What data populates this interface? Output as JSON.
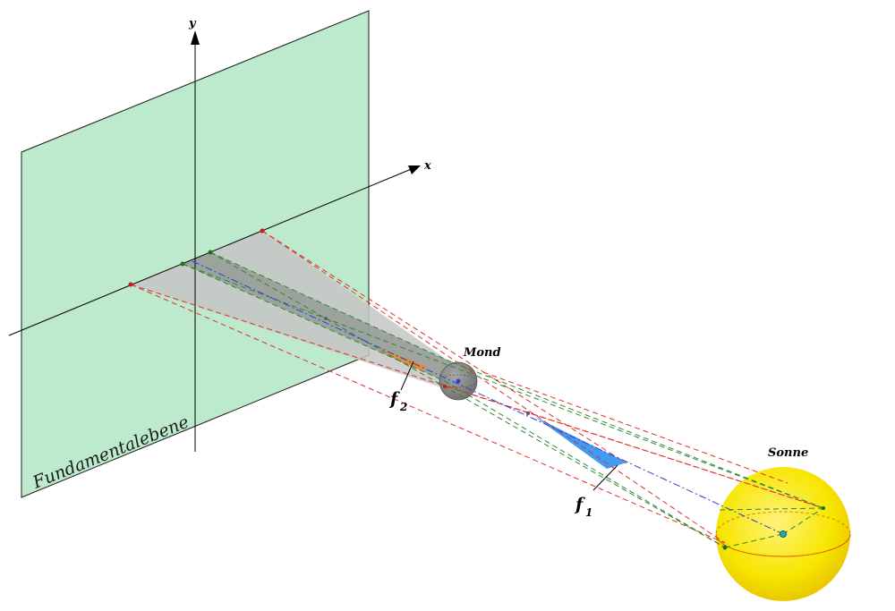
{
  "labels": {
    "plane": "Fundamentalebene",
    "x_axis": "x",
    "y_axis": "y",
    "moon": "Mond",
    "sun": "Sonne",
    "f1_main": "f",
    "f1_sub": "1",
    "f2_main": "f",
    "f2_sub": "2"
  },
  "colors": {
    "plane_fill": "#bde9cc",
    "plane_stroke": "#1a1a1a",
    "penumbra_cone": "#c8c8c8",
    "umbra_cone": "#8a8f8a",
    "red_line": "#e0302a",
    "green_line": "#2f8a2f",
    "blue_line": "#2a3fd8",
    "f1_fill": "#3f9cf0",
    "f2_fill": "#f0882a",
    "moon_fill": "#8f8f8f",
    "sun_fill": "#f5e400",
    "sun_rim": "#e8c400",
    "sun_center": "#27a7b8",
    "axis": "#000000"
  }
}
